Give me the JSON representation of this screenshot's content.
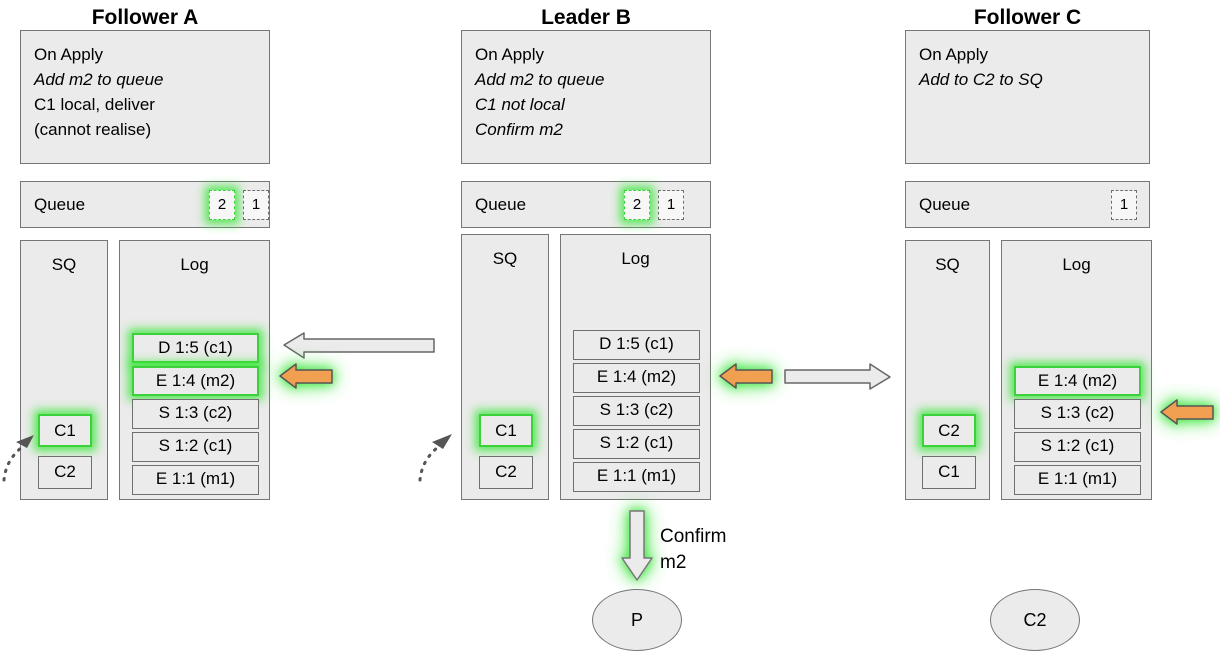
{
  "diagram": {
    "title_font_color": "#000000",
    "panel_bg": "#ebebeb",
    "panel_border": "#767676",
    "highlight_color": "#3ad13a",
    "orange_arrow_color": "#f0a050",
    "gray_arrow_color": "#ebebeb"
  },
  "columns": [
    {
      "id": "follower-a",
      "title": "Follower A",
      "on_apply": {
        "lines": [
          {
            "text": "On Apply",
            "italic": false
          },
          {
            "text": "Add m2 to queue",
            "italic": true
          },
          {
            "text": "C1 local, deliver",
            "italic": false
          },
          {
            "text": "(cannot realise)",
            "italic": false
          }
        ]
      },
      "queue": {
        "label": "Queue",
        "items": [
          {
            "value": "2",
            "highlighted": true
          },
          {
            "value": "1",
            "highlighted": false
          }
        ]
      },
      "sq": {
        "title": "SQ",
        "items": [
          {
            "value": "C1",
            "highlighted": true
          },
          {
            "value": "C2",
            "highlighted": false
          }
        ]
      },
      "log": {
        "title": "Log",
        "entries": [
          {
            "value": "D 1:5 (c1)",
            "highlighted": true
          },
          {
            "value": "E 1:4 (m2)",
            "highlighted": true
          },
          {
            "value": "S 1:3 (c2)",
            "highlighted": false
          },
          {
            "value": "S 1:2 (c1)",
            "highlighted": false
          },
          {
            "value": "E 1:1 (m1)",
            "highlighted": false
          }
        ]
      }
    },
    {
      "id": "leader-b",
      "title": "Leader B",
      "on_apply": {
        "lines": [
          {
            "text": "On Apply",
            "italic": false
          },
          {
            "text": "Add m2 to queue",
            "italic": true
          },
          {
            "text": "C1 not local",
            "italic": true
          },
          {
            "text": "Confirm m2",
            "italic": true
          }
        ]
      },
      "queue": {
        "label": "Queue",
        "items": [
          {
            "value": "2",
            "highlighted": true
          },
          {
            "value": "1",
            "highlighted": false
          }
        ]
      },
      "sq": {
        "title": "SQ",
        "items": [
          {
            "value": "C1",
            "highlighted": true
          },
          {
            "value": "C2",
            "highlighted": false
          }
        ]
      },
      "log": {
        "title": "Log",
        "entries": [
          {
            "value": "D 1:5 (c1)",
            "highlighted": false
          },
          {
            "value": "E 1:4 (m2)",
            "highlighted": false
          },
          {
            "value": "S 1:3 (c2)",
            "highlighted": false
          },
          {
            "value": "S 1:2 (c1)",
            "highlighted": false
          },
          {
            "value": "E 1:1 (m1)",
            "highlighted": false
          }
        ]
      }
    },
    {
      "id": "follower-c",
      "title": "Follower C",
      "on_apply": {
        "lines": [
          {
            "text": "On Apply",
            "italic": false
          },
          {
            "text": "Add to C2 to SQ",
            "italic": true
          }
        ]
      },
      "queue": {
        "label": "Queue",
        "items": [
          {
            "value": "1",
            "highlighted": false
          }
        ]
      },
      "sq": {
        "title": "SQ",
        "items": [
          {
            "value": "C2",
            "highlighted": true
          },
          {
            "value": "C1",
            "highlighted": false
          }
        ]
      },
      "log": {
        "title": "Log",
        "entries": [
          {
            "value": "E 1:4 (m2)",
            "highlighted": true
          },
          {
            "value": "S 1:3 (c2)",
            "highlighted": false
          },
          {
            "value": "S 1:2 (c1)",
            "highlighted": false
          },
          {
            "value": "E 1:1 (m1)",
            "highlighted": false
          }
        ]
      }
    }
  ],
  "arrows": {
    "replicate_to_a": {
      "direction": "left",
      "style": "gray"
    },
    "apply_a": {
      "direction": "left",
      "style": "orange",
      "highlighted": true
    },
    "apply_b": {
      "direction": "left",
      "style": "orange",
      "highlighted": true
    },
    "replicate_to_c": {
      "direction": "right",
      "style": "gray"
    },
    "apply_c": {
      "direction": "left",
      "style": "orange",
      "highlighted": true
    },
    "confirm": {
      "direction": "down",
      "style": "gray",
      "highlighted": true,
      "label_line1": "Confirm",
      "label_line2": "m2"
    }
  },
  "bottom_nodes": [
    {
      "id": "producer",
      "label": "P"
    },
    {
      "id": "consumer-c2",
      "label": "C2"
    }
  ]
}
